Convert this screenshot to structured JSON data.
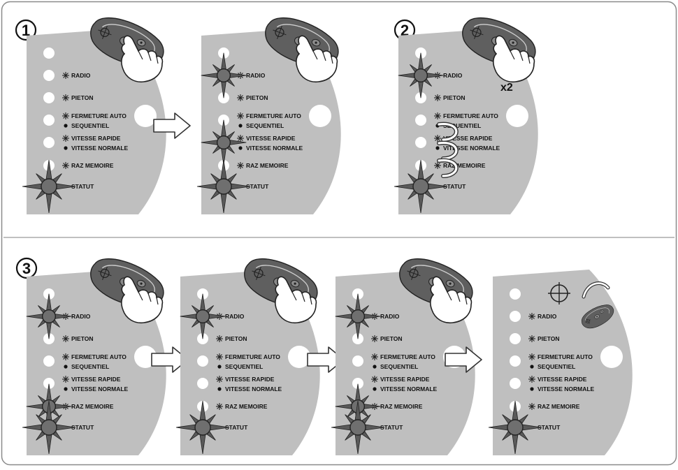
{
  "steps": [
    "1",
    "2",
    "3"
  ],
  "panel_labels": {
    "radio": "RADIO",
    "pieton": "PIETON",
    "fermeture_auto": "FERMETURE AUTO",
    "sequentiel": "SEQUENTIEL",
    "vitesse_rapide": "VITESSE RAPIDE",
    "vitesse_normale": "VITESSE NORMALE",
    "raz_memoire": "RAZ MEMOIRE",
    "statut": "STATUT"
  },
  "press_count": "x2",
  "colors": {
    "panel": "#bfbfbf",
    "led": "#ffffff",
    "led_on": "#6f6f6f",
    "remote": "#606060",
    "frame": "#8a8a8a"
  },
  "icons": [
    "step-number-icon",
    "led-icon",
    "flash-icon",
    "remote-control-icon",
    "hand-press-icon",
    "arrow-right-icon",
    "curved-arrow-icon",
    "antenna-icon"
  ]
}
